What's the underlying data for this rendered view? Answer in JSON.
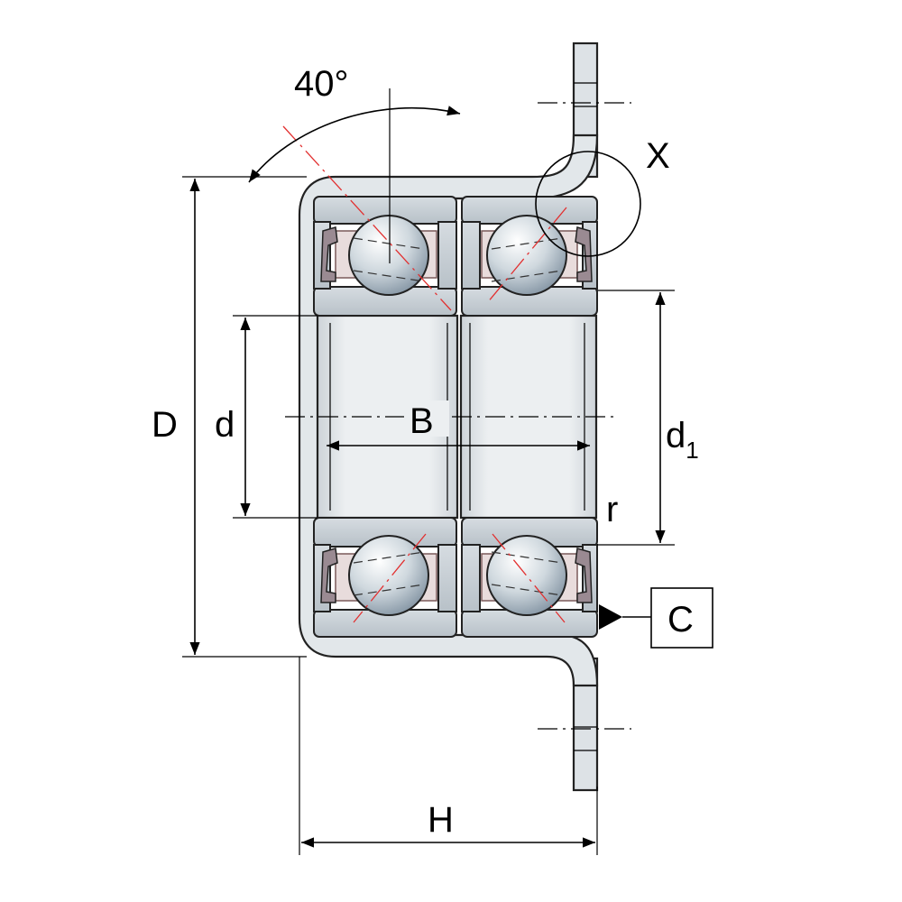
{
  "title": "",
  "labels": {
    "angle": "40°",
    "detail": "X",
    "outer_diameter": "D",
    "bore": "d",
    "width": "B",
    "shoulder_diameter": "d",
    "shoulder_subscript": "1",
    "radius": "r",
    "datum": "C",
    "height": "H"
  },
  "colors": {
    "line": "#000000",
    "contact_line": "#e23030",
    "ring_fill": "#c9d0d6",
    "ball_highlight": "#ffffff",
    "ball_shadow": "#8a9aa8",
    "housing_fill": "#dde2e6"
  }
}
